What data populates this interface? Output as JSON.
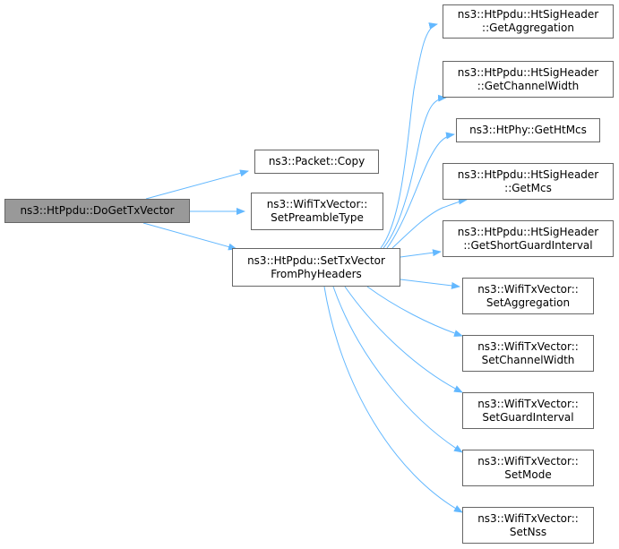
{
  "graph": {
    "root": {
      "label": "ns3::HtPpdu::DoGetTxVector"
    },
    "callees": [
      {
        "lines": [
          "ns3::Packet::Copy"
        ]
      },
      {
        "lines": [
          "ns3::WifiTxVector::",
          "SetPreambleType"
        ]
      },
      {
        "lines": [
          "ns3::HtPpdu::SetTxVector",
          "FromPhyHeaders"
        ]
      }
    ],
    "sub_callees": [
      {
        "lines": [
          "ns3::HtPpdu::HtSigHeader",
          "::GetAggregation"
        ]
      },
      {
        "lines": [
          "ns3::HtPpdu::HtSigHeader",
          "::GetChannelWidth"
        ]
      },
      {
        "lines": [
          "ns3::HtPhy::GetHtMcs"
        ]
      },
      {
        "lines": [
          "ns3::HtPpdu::HtSigHeader",
          "::GetMcs"
        ]
      },
      {
        "lines": [
          "ns3::HtPpdu::HtSigHeader",
          "::GetShortGuardInterval"
        ]
      },
      {
        "lines": [
          "ns3::WifiTxVector::",
          "SetAggregation"
        ]
      },
      {
        "lines": [
          "ns3::WifiTxVector::",
          "SetChannelWidth"
        ]
      },
      {
        "lines": [
          "ns3::WifiTxVector::",
          "SetGuardInterval"
        ]
      },
      {
        "lines": [
          "ns3::WifiTxVector::",
          "SetMode"
        ]
      },
      {
        "lines": [
          "ns3::WifiTxVector::",
          "SetNss"
        ]
      }
    ],
    "colors": {
      "edge": "#63b8ff",
      "node_border": "#666666",
      "root_fill": "#999999",
      "node_fill": "#ffffff"
    }
  }
}
